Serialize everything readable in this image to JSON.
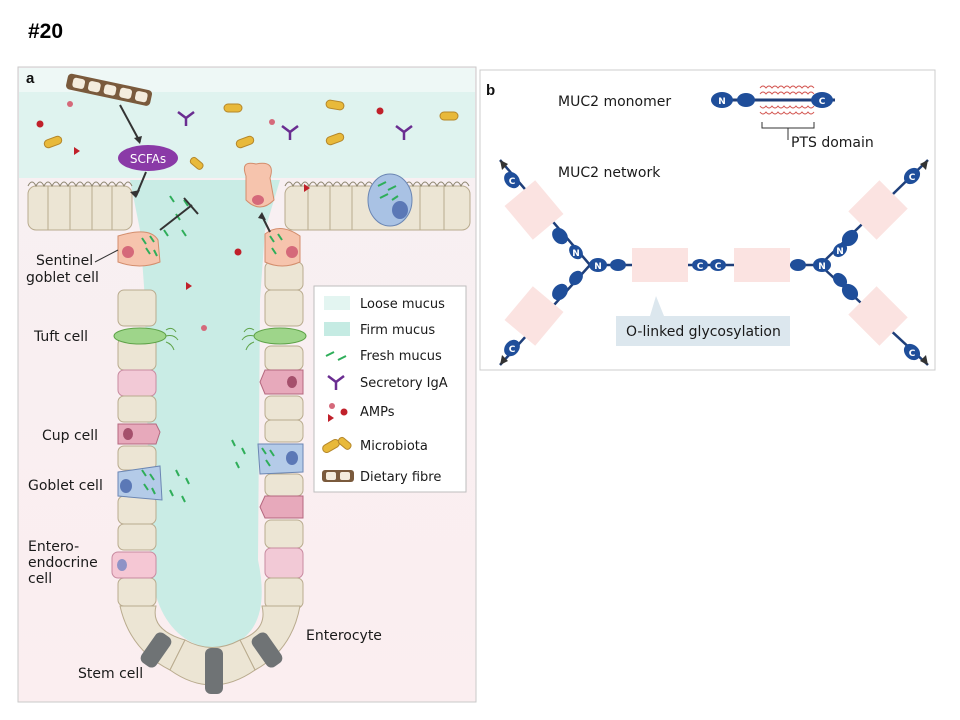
{
  "slide_number": "#20",
  "panel_a": {
    "letter": "a",
    "scfa_label": "SCFAs",
    "labels": {
      "sentinel_1": "Sentinel",
      "sentinel_2": "goblet cell",
      "tuft": "Tuft cell",
      "cup": "Cup cell",
      "goblet": "Goblet cell",
      "entero_1": "Entero-",
      "entero_2": "endocrine",
      "entero_3": "cell",
      "stem": "Stem cell",
      "enterocyte": "Enterocyte"
    },
    "legend": [
      {
        "icon": "loose-mucus-swatch",
        "label": "Loose mucus",
        "color": "#e3f5f1"
      },
      {
        "icon": "firm-mucus-swatch",
        "label": "Firm mucus",
        "color": "#c5ebe3"
      },
      {
        "icon": "fresh-mucus-icon",
        "label": "Fresh mucus",
        "color": "#2fae5a"
      },
      {
        "icon": "secretory-iga-icon",
        "label": "Secretory IgA",
        "color": "#6a2d91"
      },
      {
        "icon": "amps-icon",
        "label": "AMPs",
        "color": "#c0202a"
      },
      {
        "icon": "microbiota-icon",
        "label": "Microbiota",
        "color": "#e8b93a"
      },
      {
        "icon": "dietary-fibre-icon",
        "label": "Dietary fibre",
        "color": "#7a5a3c"
      }
    ]
  },
  "panel_b": {
    "letter": "b",
    "monomer_label": "MUC2 monomer",
    "pts_label": "PTS domain",
    "network_label": "MUC2 network",
    "glyco_label": "O-linked glycosylation",
    "n_term": "N",
    "c_term": "C"
  }
}
